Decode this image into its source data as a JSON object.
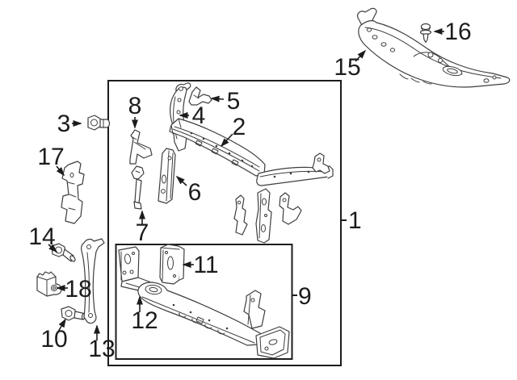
{
  "colors": {
    "background": "#ffffff",
    "line": "#1c1c1c",
    "artwork": "#3d3d3d"
  },
  "diagram": {
    "callouts": {
      "c1": "1",
      "c2": "2",
      "c3": "3",
      "c4": "4",
      "c5": "5",
      "c6": "6",
      "c7": "7",
      "c8": "8",
      "c9": "9",
      "c10": "10",
      "c11": "11",
      "c12": "12",
      "c13": "13",
      "c14": "14",
      "c15": "15",
      "c16": "16",
      "c17": "17",
      "c18": "18"
    }
  }
}
